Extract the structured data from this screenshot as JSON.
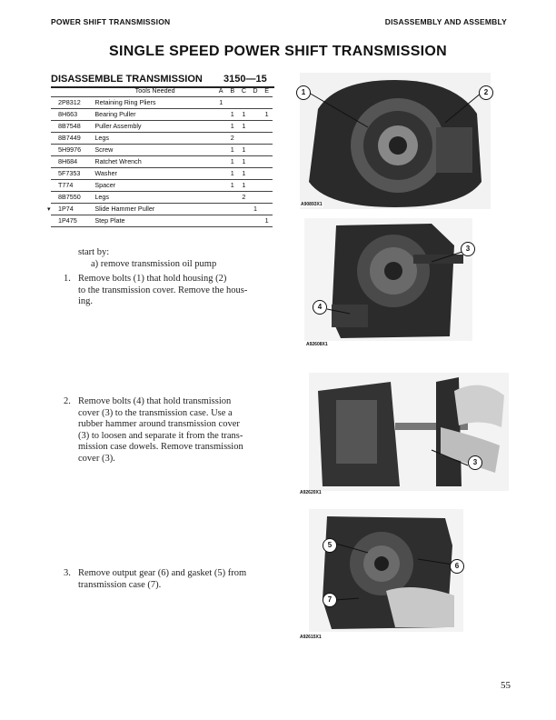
{
  "header": {
    "left": "POWER SHIFT TRANSMISSION",
    "right": "DISASSEMBLY AND ASSEMBLY"
  },
  "title": "SINGLE SPEED POWER SHIFT TRANSMISSION",
  "section": {
    "subtitle": "DISASSEMBLE TRANSMISSION",
    "code": "3150—15"
  },
  "tools_table": {
    "header": "Tools Needed",
    "columns": [
      "A",
      "B",
      "C",
      "D",
      "E"
    ],
    "rows": [
      {
        "part": "2P8312",
        "desc": "Retaining Ring Pliers",
        "q": [
          "1",
          "",
          "",
          "",
          ""
        ]
      },
      {
        "part": "8H663",
        "desc": "Bearing Puller",
        "q": [
          "",
          "1",
          "1",
          "",
          "1"
        ]
      },
      {
        "part": "8B7548",
        "desc": "Puller Assembly",
        "q": [
          "",
          "1",
          "1",
          "",
          ""
        ]
      },
      {
        "part": "8B7449",
        "desc": "Legs",
        "q": [
          "",
          "2",
          "",
          "",
          ""
        ]
      },
      {
        "part": "5H9976",
        "desc": "Screw",
        "q": [
          "",
          "1",
          "1",
          "",
          ""
        ]
      },
      {
        "part": "8H684",
        "desc": "Ratchet Wrench",
        "q": [
          "",
          "1",
          "1",
          "",
          ""
        ]
      },
      {
        "part": "5F7353",
        "desc": "Washer",
        "q": [
          "",
          "1",
          "1",
          "",
          ""
        ]
      },
      {
        "part": "T774",
        "desc": "Spacer",
        "q": [
          "",
          "1",
          "1",
          "",
          ""
        ]
      },
      {
        "part": "8B7550",
        "desc": "Legs",
        "q": [
          "",
          "",
          "2",
          "",
          ""
        ]
      },
      {
        "part": "1P74",
        "desc": "Slide Hammer Puller",
        "q": [
          "",
          "",
          "",
          "1",
          ""
        ]
      },
      {
        "part": "1P475",
        "desc": "Step Plate",
        "q": [
          "",
          "",
          "",
          "",
          "1"
        ]
      }
    ]
  },
  "start_by": {
    "label": "start by:",
    "item": "a) remove transmission oil pump"
  },
  "steps": [
    {
      "num": "1.",
      "lines": [
        "Remove bolts (1) that hold housing (2)",
        "to the transmission cover. Remove the hous-",
        "ing."
      ]
    },
    {
      "num": "2.",
      "lines": [
        "Remove bolts (4) that hold transmission",
        "cover (3) to the transmission case. Use a",
        "rubber hammer around transmission cover",
        "(3) to loosen and separate it from the trans-",
        "mission case dowels. Remove transmission",
        "cover (3)."
      ]
    },
    {
      "num": "3.",
      "lines": [
        "Remove output gear (6) and gasket (5) from",
        "transmission case (7)."
      ]
    }
  ],
  "figures": [
    {
      "caption": "A90893X1",
      "callouts": [
        "1",
        "2"
      ]
    },
    {
      "caption": "A92608X1",
      "callouts": [
        "3",
        "4"
      ]
    },
    {
      "caption": "A92620X1",
      "callouts": [
        "3"
      ]
    },
    {
      "caption": "A92615X1",
      "callouts": [
        "5",
        "6",
        "7"
      ]
    }
  ],
  "page_number": "55"
}
